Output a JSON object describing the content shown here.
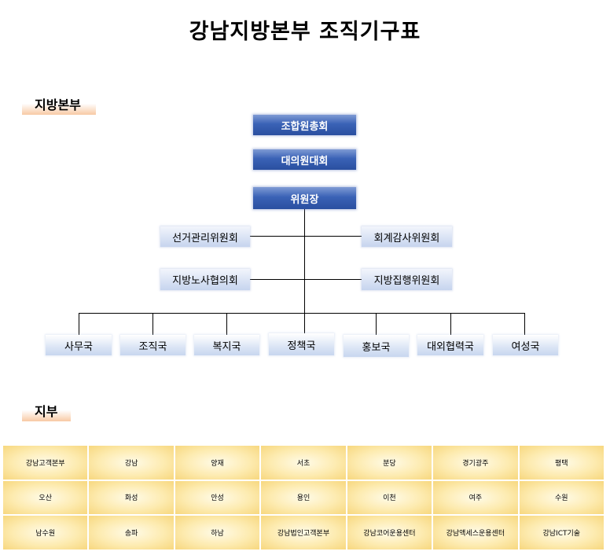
{
  "title": "강남지방본부 조직기구표",
  "sections": {
    "regional_hq": "지방본부",
    "branches": "지부"
  },
  "hq": {
    "general_assembly": "조합원총회",
    "delegates_assembly": "대의원대회",
    "chairman": "위원장",
    "committees_left": [
      "선거관리위원회",
      "지방노사협의회"
    ],
    "committees_right": [
      "회계감사위원회",
      "지방집행위원회"
    ],
    "departments": [
      "사무국",
      "조직국",
      "복지국",
      "정책국",
      "홍보국",
      "대외협력국",
      "여성국"
    ]
  },
  "branches": [
    [
      "강남고객본부",
      "강남",
      "양재",
      "서초",
      "분당",
      "경기광주",
      "평택"
    ],
    [
      "오산",
      "화성",
      "안성",
      "용인",
      "이천",
      "여주",
      "수원"
    ],
    [
      "남수원",
      "송파",
      "하남",
      "강남법인고객본부",
      "강남코어운용센터",
      "강남액세스운용센터",
      "강남ICT기술"
    ]
  ]
}
